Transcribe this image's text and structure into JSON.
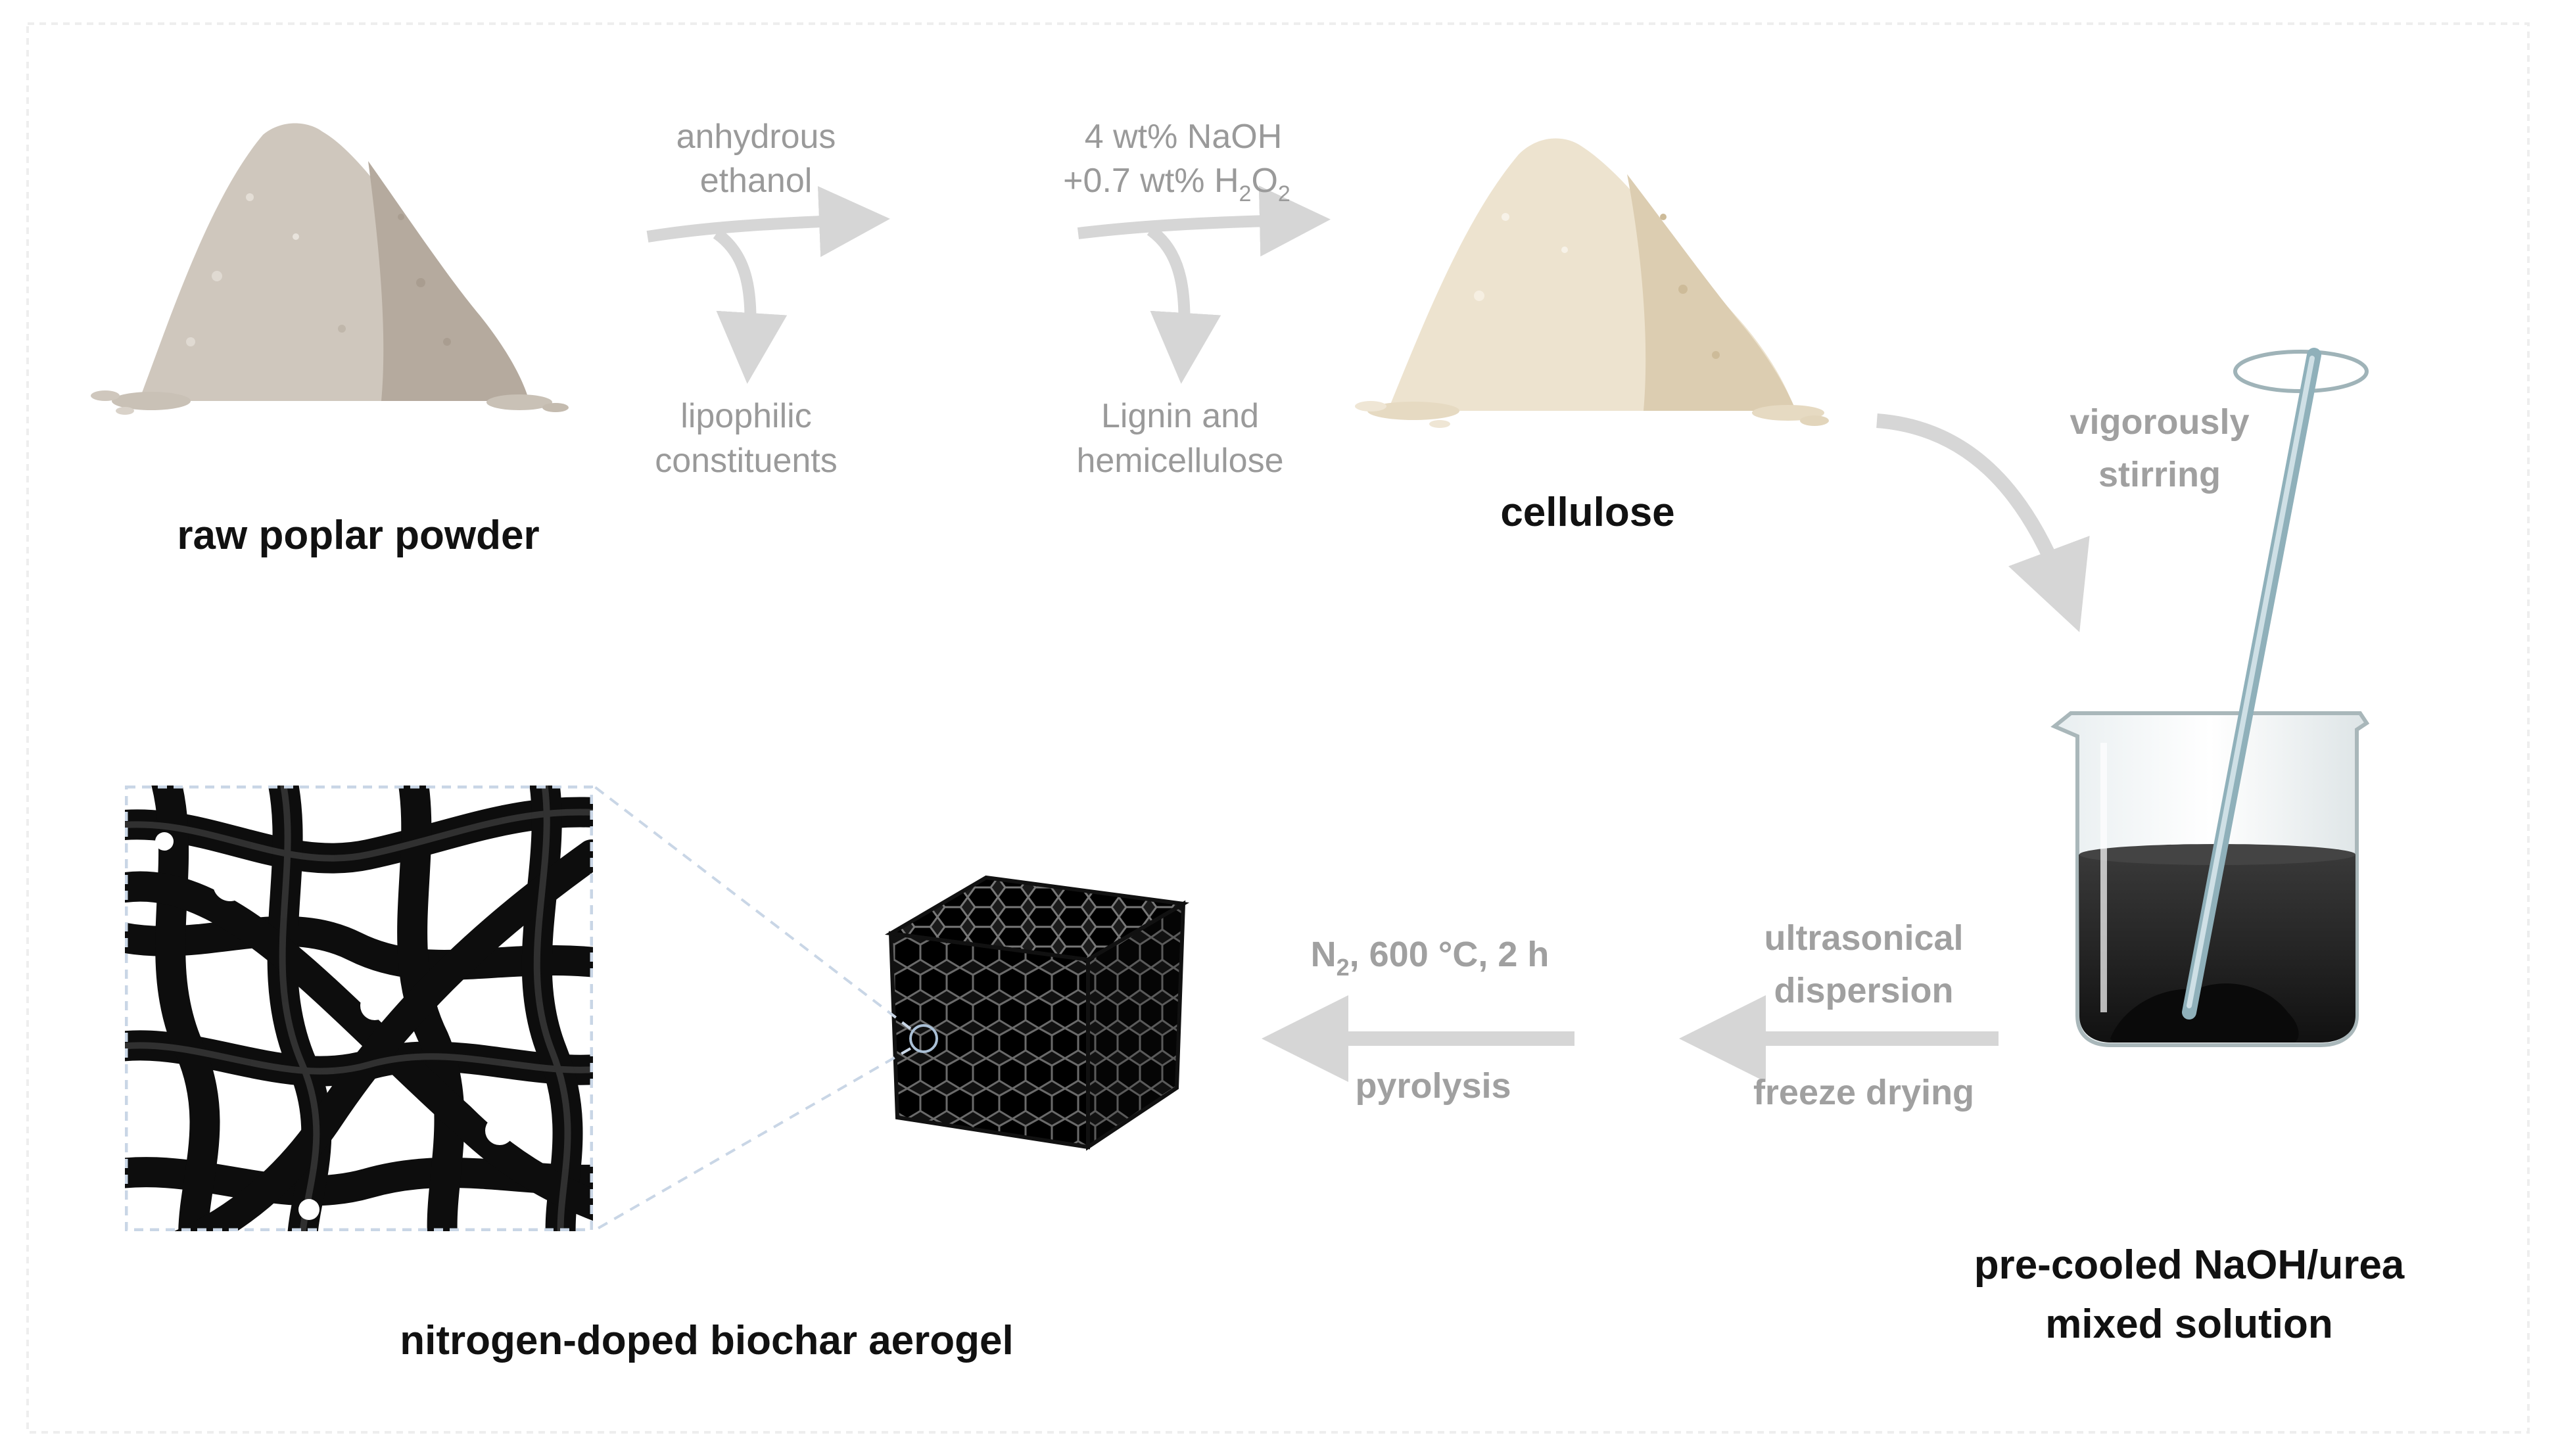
{
  "diagram": {
    "nodes": {
      "raw": "raw poplar powder",
      "cellulose": "cellulose",
      "solution_line1": "pre-cooled NaOH/urea",
      "solution_line2": "mixed solution",
      "aerogel": "nitrogen-doped biochar aerogel"
    },
    "steps": {
      "step1_reagent_line1": "anhydrous",
      "step1_reagent_line2": "ethanol",
      "step1_byproduct_line1": "lipophilic",
      "step1_byproduct_line2": "constituents",
      "step2_reagent_line1": "4 wt% NaOH",
      "step2_reagent_line2_a": "+0.7 wt% H",
      "step2_reagent_line2_sub1": "2",
      "step2_reagent_line2_b": "O",
      "step2_reagent_line2_sub2": "2",
      "step2_byproduct_line1": "Lignin and",
      "step2_byproduct_line2": "hemicellulose",
      "step3_line1": "vigorously",
      "step3_line2": "stirring",
      "step4_line1": "ultrasonical",
      "step4_line2": "dispersion",
      "step4_line3": "freeze drying",
      "step5_top_a": "N",
      "step5_top_sub": "2",
      "step5_top_b": ", 600 °C, 2 h",
      "step5_bottom": "pyrolysis"
    },
    "colors": {
      "arrow": "#d6d6d6",
      "main_text": "#111111",
      "step_text": "#9a9a9a",
      "raw_pile_light": "#cfc7bd",
      "raw_pile_dark": "#b5aa9e",
      "cellulose_pile_light": "#ede3cf",
      "cellulose_pile_dark": "#dccdb1",
      "liquid": "#1e1e1e"
    }
  }
}
